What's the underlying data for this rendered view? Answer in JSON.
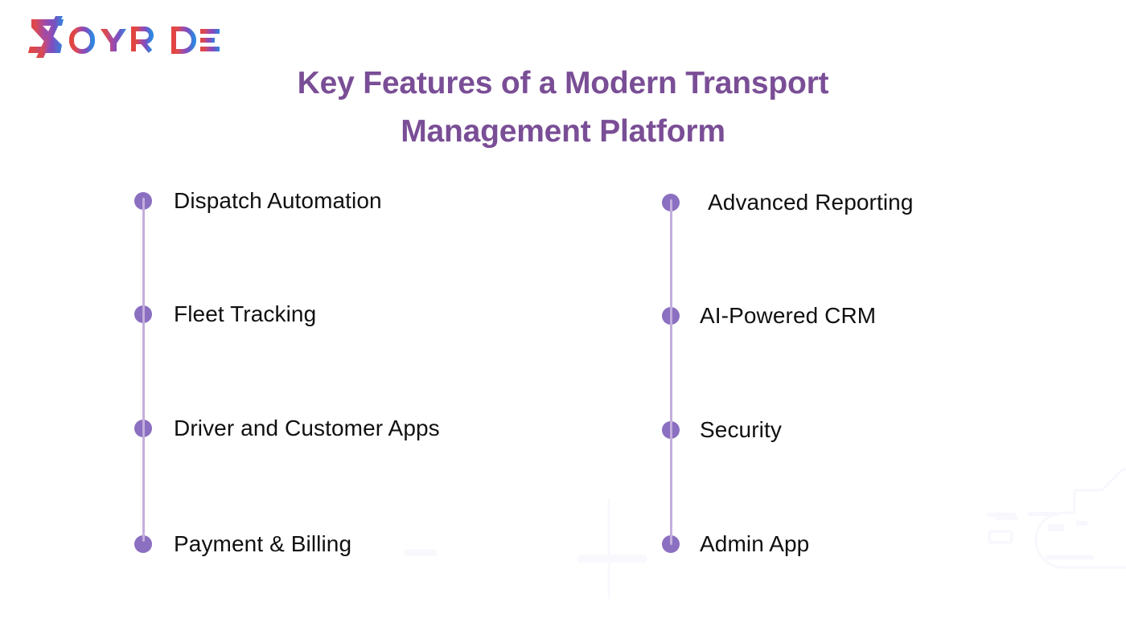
{
  "brand": {
    "name": "ZOYRIDE",
    "logo_icon": "zoyride-logo",
    "gradient_start": "#e24a45",
    "gradient_mid": "#9b4aa8",
    "gradient_end": "#2e86e0"
  },
  "title": {
    "line1": "Key Features of a Modern Transport",
    "line2": "Management Platform",
    "color": "#7a4e96"
  },
  "theme": {
    "background": "#ffffff",
    "bullet_color": "#8b6fc0",
    "line_color": "#c3aedc",
    "text_color": "#101010",
    "watermark_color": "#fafaff"
  },
  "columns": [
    {
      "id": "left",
      "items": [
        {
          "label": "Dispatch Automation"
        },
        {
          "label": "Fleet Tracking"
        },
        {
          "label": "Driver and Customer Apps"
        },
        {
          "label": "Payment & Billing"
        }
      ]
    },
    {
      "id": "right",
      "items": [
        {
          "label": "Advanced Reporting"
        },
        {
          "label": "AI-Powered CRM"
        },
        {
          "label": "Security"
        },
        {
          "label": "Admin App"
        }
      ]
    }
  ]
}
